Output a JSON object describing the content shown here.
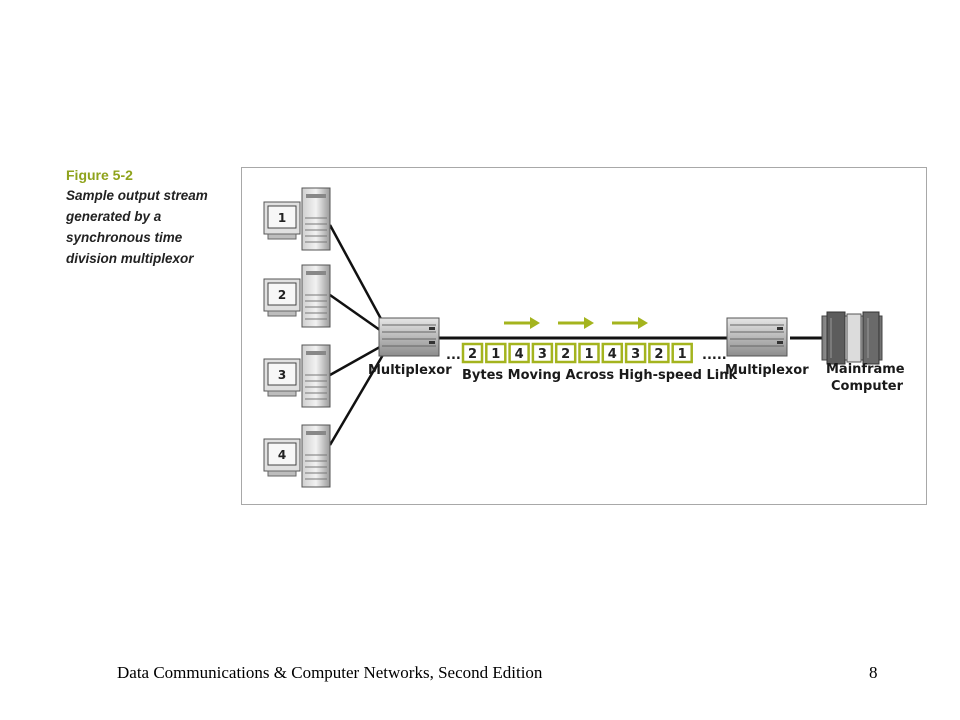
{
  "figure": {
    "label": "Figure 5-2",
    "description": "Sample output stream generated by a synchronous time division multiplexor"
  },
  "diagram": {
    "terminals": [
      "1",
      "2",
      "3",
      "4"
    ],
    "multiplexor_label": "Multiplexor",
    "stream_bytes": [
      "2",
      "1",
      "4",
      "3",
      "2",
      "1",
      "4",
      "3",
      "2",
      "1"
    ],
    "leading_dots": "...",
    "trailing_dots": ".....",
    "link_label": "Bytes Moving Across High-speed Link",
    "mainframe_label_line1": "Mainframe",
    "mainframe_label_line2": "Computer",
    "accent_color": "#a4b41e",
    "icons": [
      "terminal-icon",
      "multiplexor-icon",
      "arrow-right-icon",
      "mainframe-icon"
    ]
  },
  "footer": {
    "title": "Data Communications & Computer Networks, Second Edition",
    "page_number": "8"
  }
}
